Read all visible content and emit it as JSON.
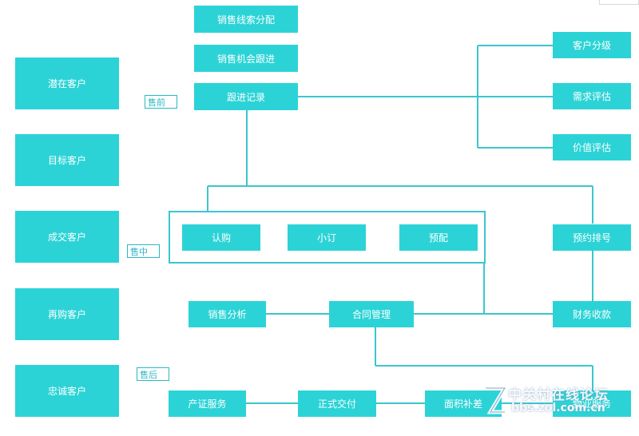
{
  "customers": {
    "potential": "潜在客户",
    "target": "目标客户",
    "deal": "成交客户",
    "repurchase": "再购客户",
    "loyal": "忠诚客户"
  },
  "stages": {
    "presale": "售前",
    "insale": "售中",
    "aftersale": "售后"
  },
  "nodes": {
    "lead_distribution": "销售线索分配",
    "opportunity_followup": "销售机会跟进",
    "followup_record": "跟进记录",
    "customer_grading": "客户分级",
    "demand_evaluation": "需求评估",
    "value_evaluation": "价值评估",
    "subscribe": "认购",
    "small_order": "小订",
    "allocation": "预配",
    "reservation_queue": "预约排号",
    "sales_analysis": "销售分析",
    "contract_management": "合同管理",
    "finance_collection": "财务收款",
    "certificate_service": "产证服务",
    "formal_delivery": "正式交付",
    "area_compensation": "面积补差",
    "property_service": "物业服务"
  },
  "watermark": {
    "title": "中关村在线论坛",
    "url": "bbs.zol.com.cn"
  },
  "colors": {
    "box": "#2cd3d6",
    "line": "#3bc6cf",
    "tag_text": "#2ab8c4"
  }
}
